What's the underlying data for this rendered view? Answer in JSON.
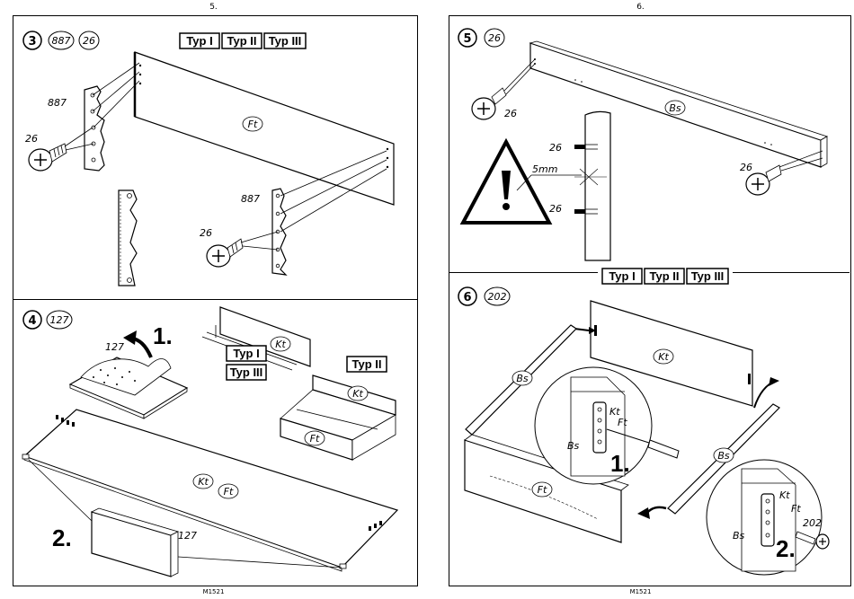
{
  "pages": [
    {
      "page_number": "5.",
      "footer": "M1521",
      "steps": [
        {
          "number": "3",
          "parts": [
            "887",
            "26"
          ],
          "types": [
            "Typ I",
            "Typ II",
            "Typ III"
          ],
          "labels": {
            "panel": "Ft",
            "bracket_a": "887",
            "screw_a": "26",
            "bracket_b": "887",
            "screw_b": "26"
          }
        },
        {
          "number": "4",
          "parts": [
            "127"
          ],
          "labels": {
            "pad": "127",
            "step1": "1.",
            "step2": "2.",
            "pad2": "127",
            "kt": "Kt",
            "ft": "Ft",
            "drawer_top_kt": "Kt",
            "drawer_bottom_kt": "Kt",
            "drawer_bottom_ft": "Ft"
          },
          "types_left": [
            "Typ I",
            "Typ III"
          ],
          "types_right": [
            "Typ II"
          ]
        }
      ]
    },
    {
      "page_number": "6.",
      "footer": "M1521",
      "steps": [
        {
          "number": "5",
          "parts": [
            "26"
          ],
          "labels": {
            "rail": "Bs",
            "screw_left": "26",
            "screw_right": "26",
            "screw_top": "26",
            "screw_bottom": "26",
            "gap": "5mm"
          }
        },
        {
          "number": "6",
          "parts": [
            "202"
          ],
          "types": [
            "Typ I",
            "Typ II",
            "Typ III"
          ],
          "labels": {
            "kt_panel": "Kt",
            "bs_left": "Bs",
            "bs_right": "Bs",
            "ft_front": "Ft",
            "detail1_kt": "Kt",
            "detail1_ft": "Ft",
            "detail1_bs": "Bs",
            "detail1_step": "1.",
            "detail2_kt": "Kt",
            "detail2_ft": "Ft",
            "detail2_bs": "Bs",
            "detail2_part": "202",
            "detail2_step": "2."
          }
        }
      ]
    }
  ]
}
